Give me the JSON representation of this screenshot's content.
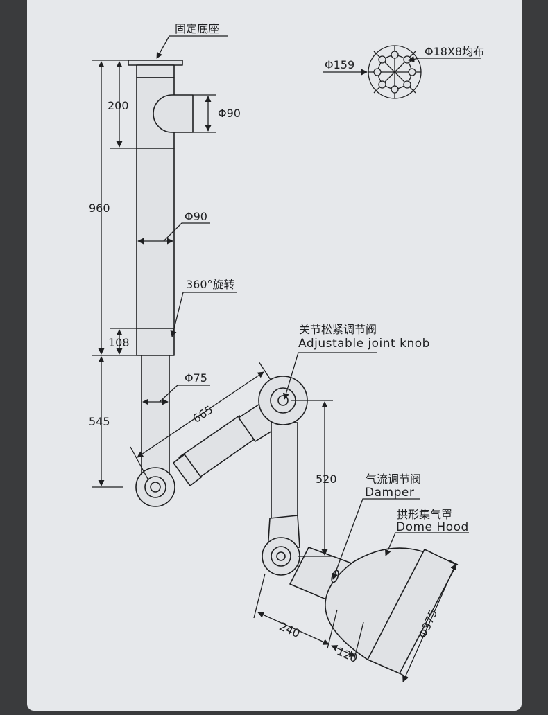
{
  "labels": {
    "base": "固定底座",
    "dim_200": "200",
    "dia_90_top": "Φ90",
    "dim_960": "960",
    "dia_90_mid": "Φ90",
    "rotate": "360°旋转",
    "dim_108": "108",
    "dia_75": "Φ75",
    "dim_545": "545",
    "dim_665": "665",
    "knob_cn": "关节松紧调节阀",
    "knob_en": "Adjustable joint knob",
    "dim_520": "520",
    "damper_cn": "气流调节阀",
    "damper_en": "Damper",
    "hood_cn": "拱形集气罩",
    "hood_en": "Dome Hood",
    "dim_240": "240",
    "dim_120": "120",
    "dia_375": "Φ375",
    "dia_159": "Φ159",
    "holes": "Φ18X8均布"
  },
  "colors": {
    "line": "#1e1f21",
    "part_fill": "#e0e2e5",
    "panel": "#e6e8eb",
    "background": "#3a3b3d"
  }
}
